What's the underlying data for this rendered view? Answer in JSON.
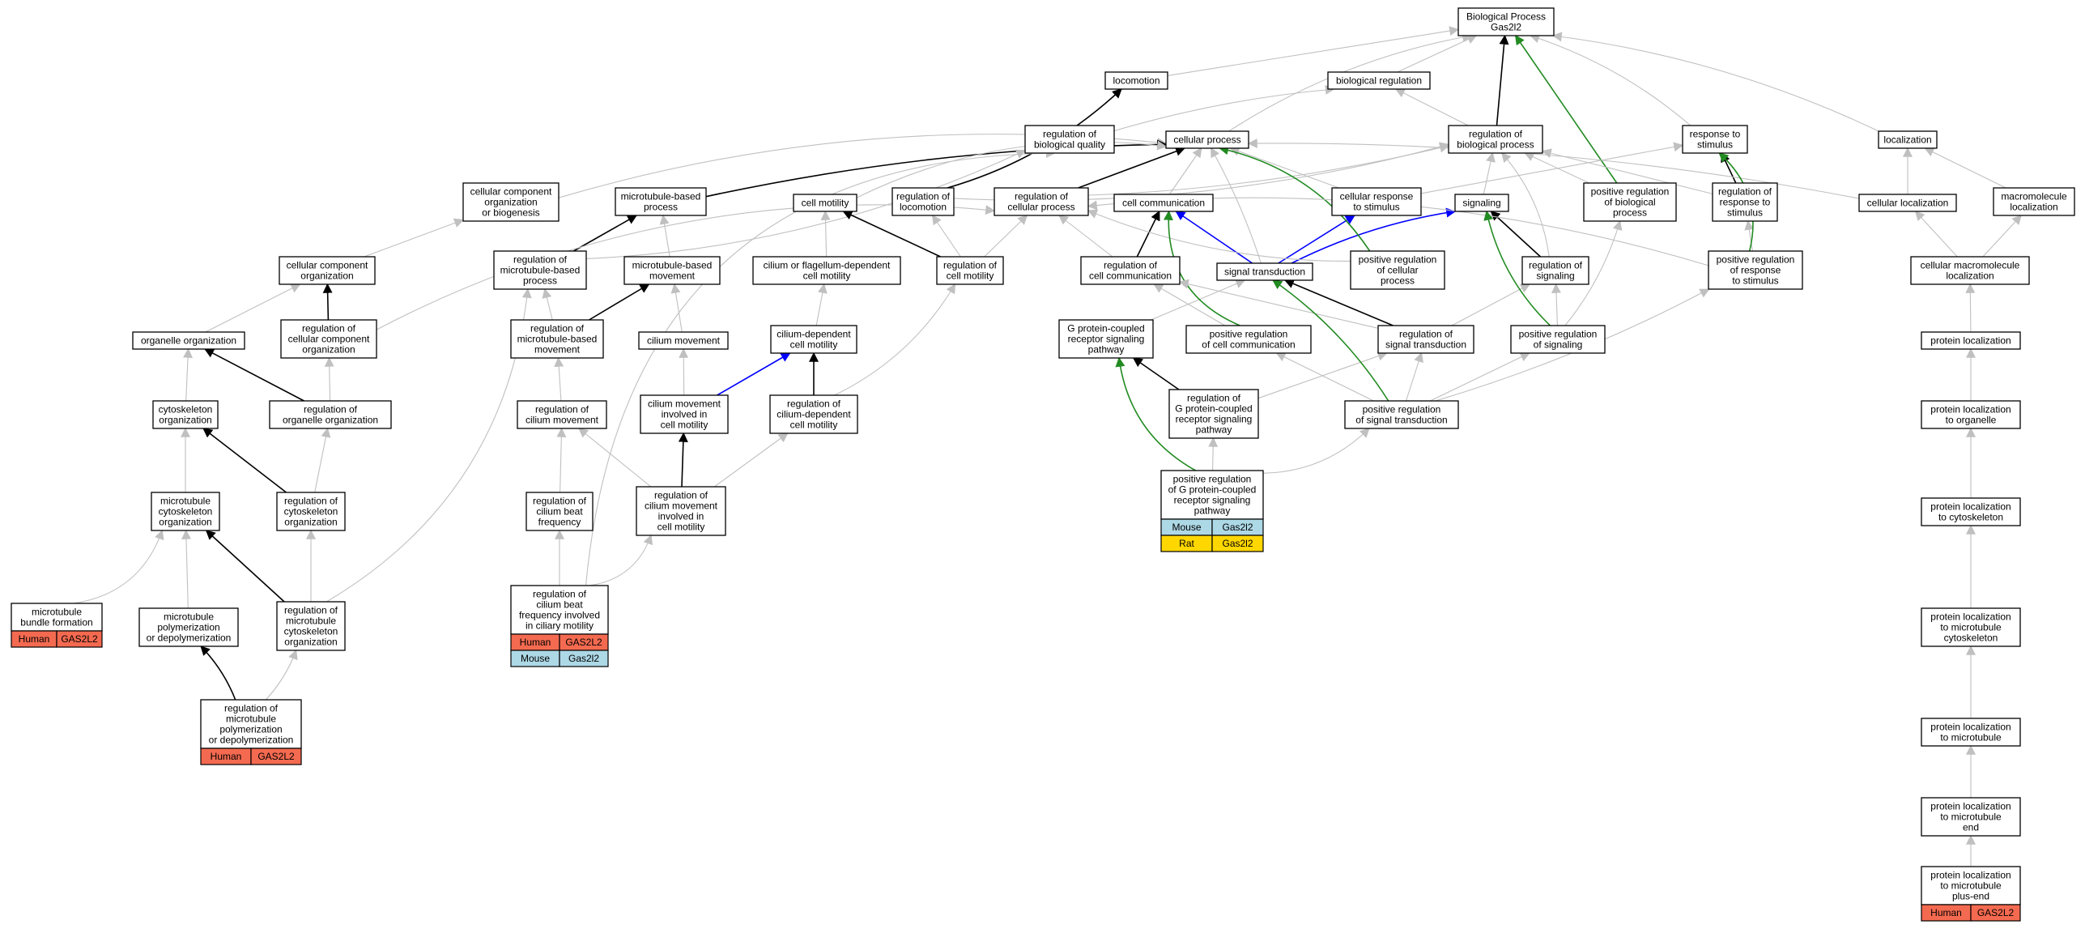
{
  "colors": {
    "gray": "#c0c0c0",
    "black": "#000000",
    "green": "#228b22",
    "blue": "#0000ff",
    "human": "#f46a50",
    "mouse": "#add8e6",
    "rat": "#ffd700"
  },
  "nodes": {
    "bp": [
      "Biological Process",
      "Gas2l2"
    ],
    "locomotion": [
      "locomotion"
    ],
    "bioreg": [
      "biological regulation"
    ],
    "regbioq": [
      "regulation of",
      "biological quality"
    ],
    "cellproc": [
      "cellular process"
    ],
    "regbioproc": [
      "regulation of",
      "biological process"
    ],
    "resp": [
      "response to",
      "stimulus"
    ],
    "localization": [
      "localization"
    ],
    "ccorgbio": [
      "cellular component",
      "organization",
      "or biogenesis"
    ],
    "mtbased": [
      "microtubule-based",
      "process"
    ],
    "cellmot": [
      "cell motility"
    ],
    "regloco": [
      "regulation of",
      "locomotion"
    ],
    "regcellproc": [
      "regulation of",
      "cellular process"
    ],
    "cellcomm": [
      "cell communication"
    ],
    "cellresp": [
      "cellular response",
      "to stimulus"
    ],
    "signaling": [
      "signaling"
    ],
    "posregbio": [
      "positive regulation",
      "of biological",
      "process"
    ],
    "regresp": [
      "regulation of",
      "response to",
      "stimulus"
    ],
    "cellloc": [
      "cellular localization"
    ],
    "macroloc": [
      "macromolecule",
      "localization"
    ],
    "ccorg": [
      "cellular component",
      "organization"
    ],
    "regmtproc": [
      "regulation of",
      "microtubule-based",
      "process"
    ],
    "mtmove": [
      "microtubule-based",
      "movement"
    ],
    "ciliumflag": [
      "cilium or flagellum-dependent",
      "cell motility"
    ],
    "regcellmot": [
      "regulation of",
      "cell motility"
    ],
    "regcellcomm": [
      "regulation of",
      "cell communication"
    ],
    "sigtrans": [
      "signal transduction"
    ],
    "posregcellproc": [
      "positive regulation",
      "of cellular",
      "process"
    ],
    "regsig": [
      "regulation of",
      "signaling"
    ],
    "posregresp": [
      "positive regulation",
      "of response",
      "to stimulus"
    ],
    "cellmacroloc": [
      "cellular macromolecule",
      "localization"
    ],
    "organelleorg": [
      "organelle organization"
    ],
    "regccorg": [
      "regulation of",
      "cellular component",
      "organization"
    ],
    "regmtmove": [
      "regulation of",
      "microtubule-based",
      "movement"
    ],
    "ciliummove": [
      "cilium movement"
    ],
    "ciliumdep": [
      "cilium-dependent",
      "cell motility"
    ],
    "gpcr": [
      "G protein-coupled",
      "receptor signaling",
      "pathway"
    ],
    "posregcellcomm": [
      "positive regulation",
      "of cell communication"
    ],
    "regsigtrans": [
      "regulation of",
      "signal transduction"
    ],
    "posregsig": [
      "positive regulation",
      "of signaling"
    ],
    "protloc": [
      "protein localization"
    ],
    "cytoorg": [
      "cytoskeleton",
      "organization"
    ],
    "regorgorg": [
      "regulation of",
      "organelle organization"
    ],
    "regcilmove": [
      "regulation of",
      "cilium movement"
    ],
    "cilmoveinv": [
      "cilium movement",
      "involved in",
      "cell motility"
    ],
    "regciliumdep": [
      "regulation of",
      "cilium-dependent",
      "cell motility"
    ],
    "reggpcr": [
      "regulation of",
      "G protein-coupled",
      "receptor signaling",
      "pathway"
    ],
    "posregsigtrans": [
      "positive regulation",
      "of signal transduction"
    ],
    "protlocorg": [
      "protein localization",
      "to organelle"
    ],
    "mtcytoorg": [
      "microtubule",
      "cytoskeleton",
      "organization"
    ],
    "regcytoorg": [
      "regulation of",
      "cytoskeleton",
      "organization"
    ],
    "regcilbeat": [
      "regulation of",
      "cilium beat",
      "frequency"
    ],
    "regcilmoveinv": [
      "regulation of",
      "cilium movement",
      "involved in",
      "cell motility"
    ],
    "posreggpcr": [
      "positive regulation",
      "of G protein-coupled",
      "receptor signaling",
      "pathway"
    ],
    "protloccyto": [
      "protein localization",
      "to cytoskeleton"
    ],
    "mtbundle": [
      "microtubule",
      "bundle formation"
    ],
    "mtpoly": [
      "microtubule",
      "polymerization",
      "or depolymerization"
    ],
    "regmtcyto": [
      "regulation of",
      "microtubule",
      "cytoskeleton",
      "organization"
    ],
    "regcilbeatinv": [
      "regulation of",
      "cilium beat",
      "frequency involved",
      "in ciliary motility"
    ],
    "protlocmtcyto": [
      "protein localization",
      "to microtubule",
      "cytoskeleton"
    ],
    "regmtpoly": [
      "regulation of",
      "microtubule",
      "polymerization",
      "or depolymerization"
    ],
    "protlocmt": [
      "protein localization",
      "to microtubule"
    ],
    "protlocmtend": [
      "protein localization",
      "to microtubule",
      "end"
    ],
    "protlocplus": [
      "protein localization",
      "to microtubule",
      "plus-end"
    ]
  },
  "annotations": {
    "posreggpcr": [
      [
        "Mouse",
        "Gas2l2",
        "mouse"
      ],
      [
        "Rat",
        "Gas2l2",
        "rat"
      ]
    ],
    "mtbundle": [
      [
        "Human",
        "GAS2L2",
        "human"
      ]
    ],
    "regcilbeatinv": [
      [
        "Human",
        "GAS2L2",
        "human"
      ],
      [
        "Mouse",
        "Gas2l2",
        "mouse"
      ]
    ],
    "regmtpoly": [
      [
        "Human",
        "GAS2L2",
        "human"
      ]
    ],
    "protlocplus": [
      [
        "Human",
        "GAS2L2",
        "human"
      ]
    ]
  }
}
